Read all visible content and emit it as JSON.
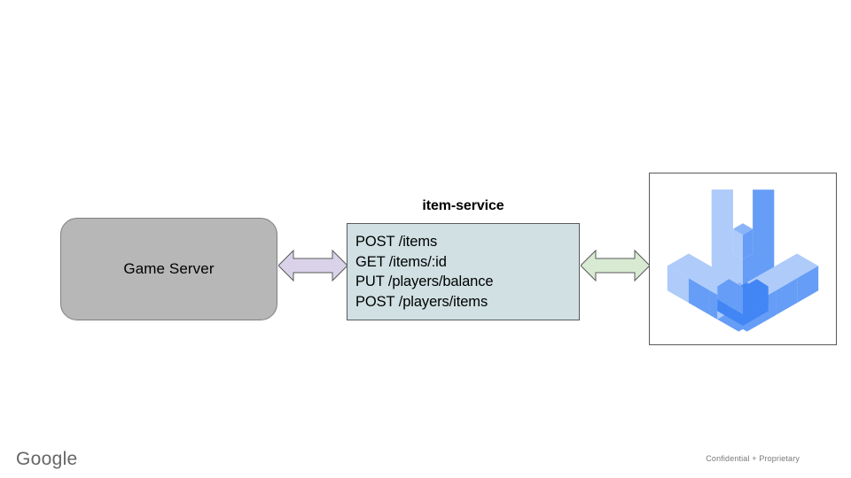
{
  "slide": {
    "background_color": "#ffffff",
    "title": "item-service"
  },
  "game_server": {
    "label": "Game Server",
    "fill_color": "#b7b7b7",
    "border_color": "#7f7f7f"
  },
  "item_service": {
    "title": "item-service",
    "fill_color": "#d0e0e3",
    "border_color": "#595959",
    "endpoints": [
      "POST /items",
      "GET /items/:id",
      "PUT /players/balance",
      "POST /players/items"
    ]
  },
  "arrows": [
    {
      "name": "game-server-to-item-service",
      "direction": "bidirectional",
      "fill_color": "#d9d2e9",
      "border_color": "#595959"
    },
    {
      "name": "item-service-to-spanner",
      "direction": "bidirectional",
      "fill_color": "#d9ead3",
      "border_color": "#595959"
    }
  ],
  "spanner": {
    "icon_name": "cloud-spanner-icon",
    "border_color": "#595959",
    "colors": {
      "light": "#aecbfa",
      "medium": "#669df6",
      "dark": "#4285f4",
      "mid_dark": "#5b8ff5"
    }
  },
  "footer": {
    "brand": "Google",
    "confidentiality": "Confidential + Proprietary"
  }
}
